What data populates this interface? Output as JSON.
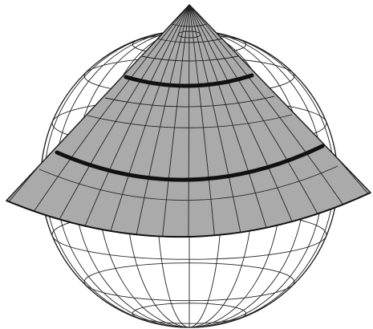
{
  "figure": {
    "globe": {
      "meridian_count": 14,
      "parallel_count": 7
    },
    "cone": {
      "standard_parallels": 2
    },
    "colors": {
      "cone_fill": "#aaaaaa",
      "outline": "#1a1a1a",
      "graticule": "#222222",
      "background": "#ffffff",
      "standard_parallel": "#111111"
    }
  }
}
